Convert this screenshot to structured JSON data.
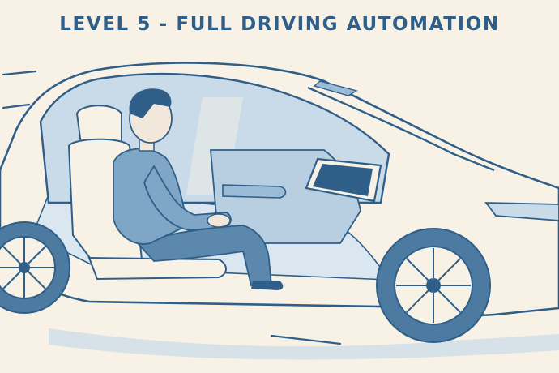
{
  "heading": {
    "text": "LEVEL 5 - FULL DRIVING AUTOMATION"
  },
  "illustration": {
    "subject": "car-cutaway",
    "icons": [
      "car-icon",
      "passenger-figure",
      "dashboard-screen-icon",
      "wheel-icon"
    ]
  },
  "colors": {
    "background": "#f7f1e6",
    "outline": "#2f5f88",
    "fill_light": "#c9dae8",
    "fill_mid": "#9bbcd6",
    "fill_dark": "#5c88ad",
    "tire": "#4d7aa1"
  }
}
